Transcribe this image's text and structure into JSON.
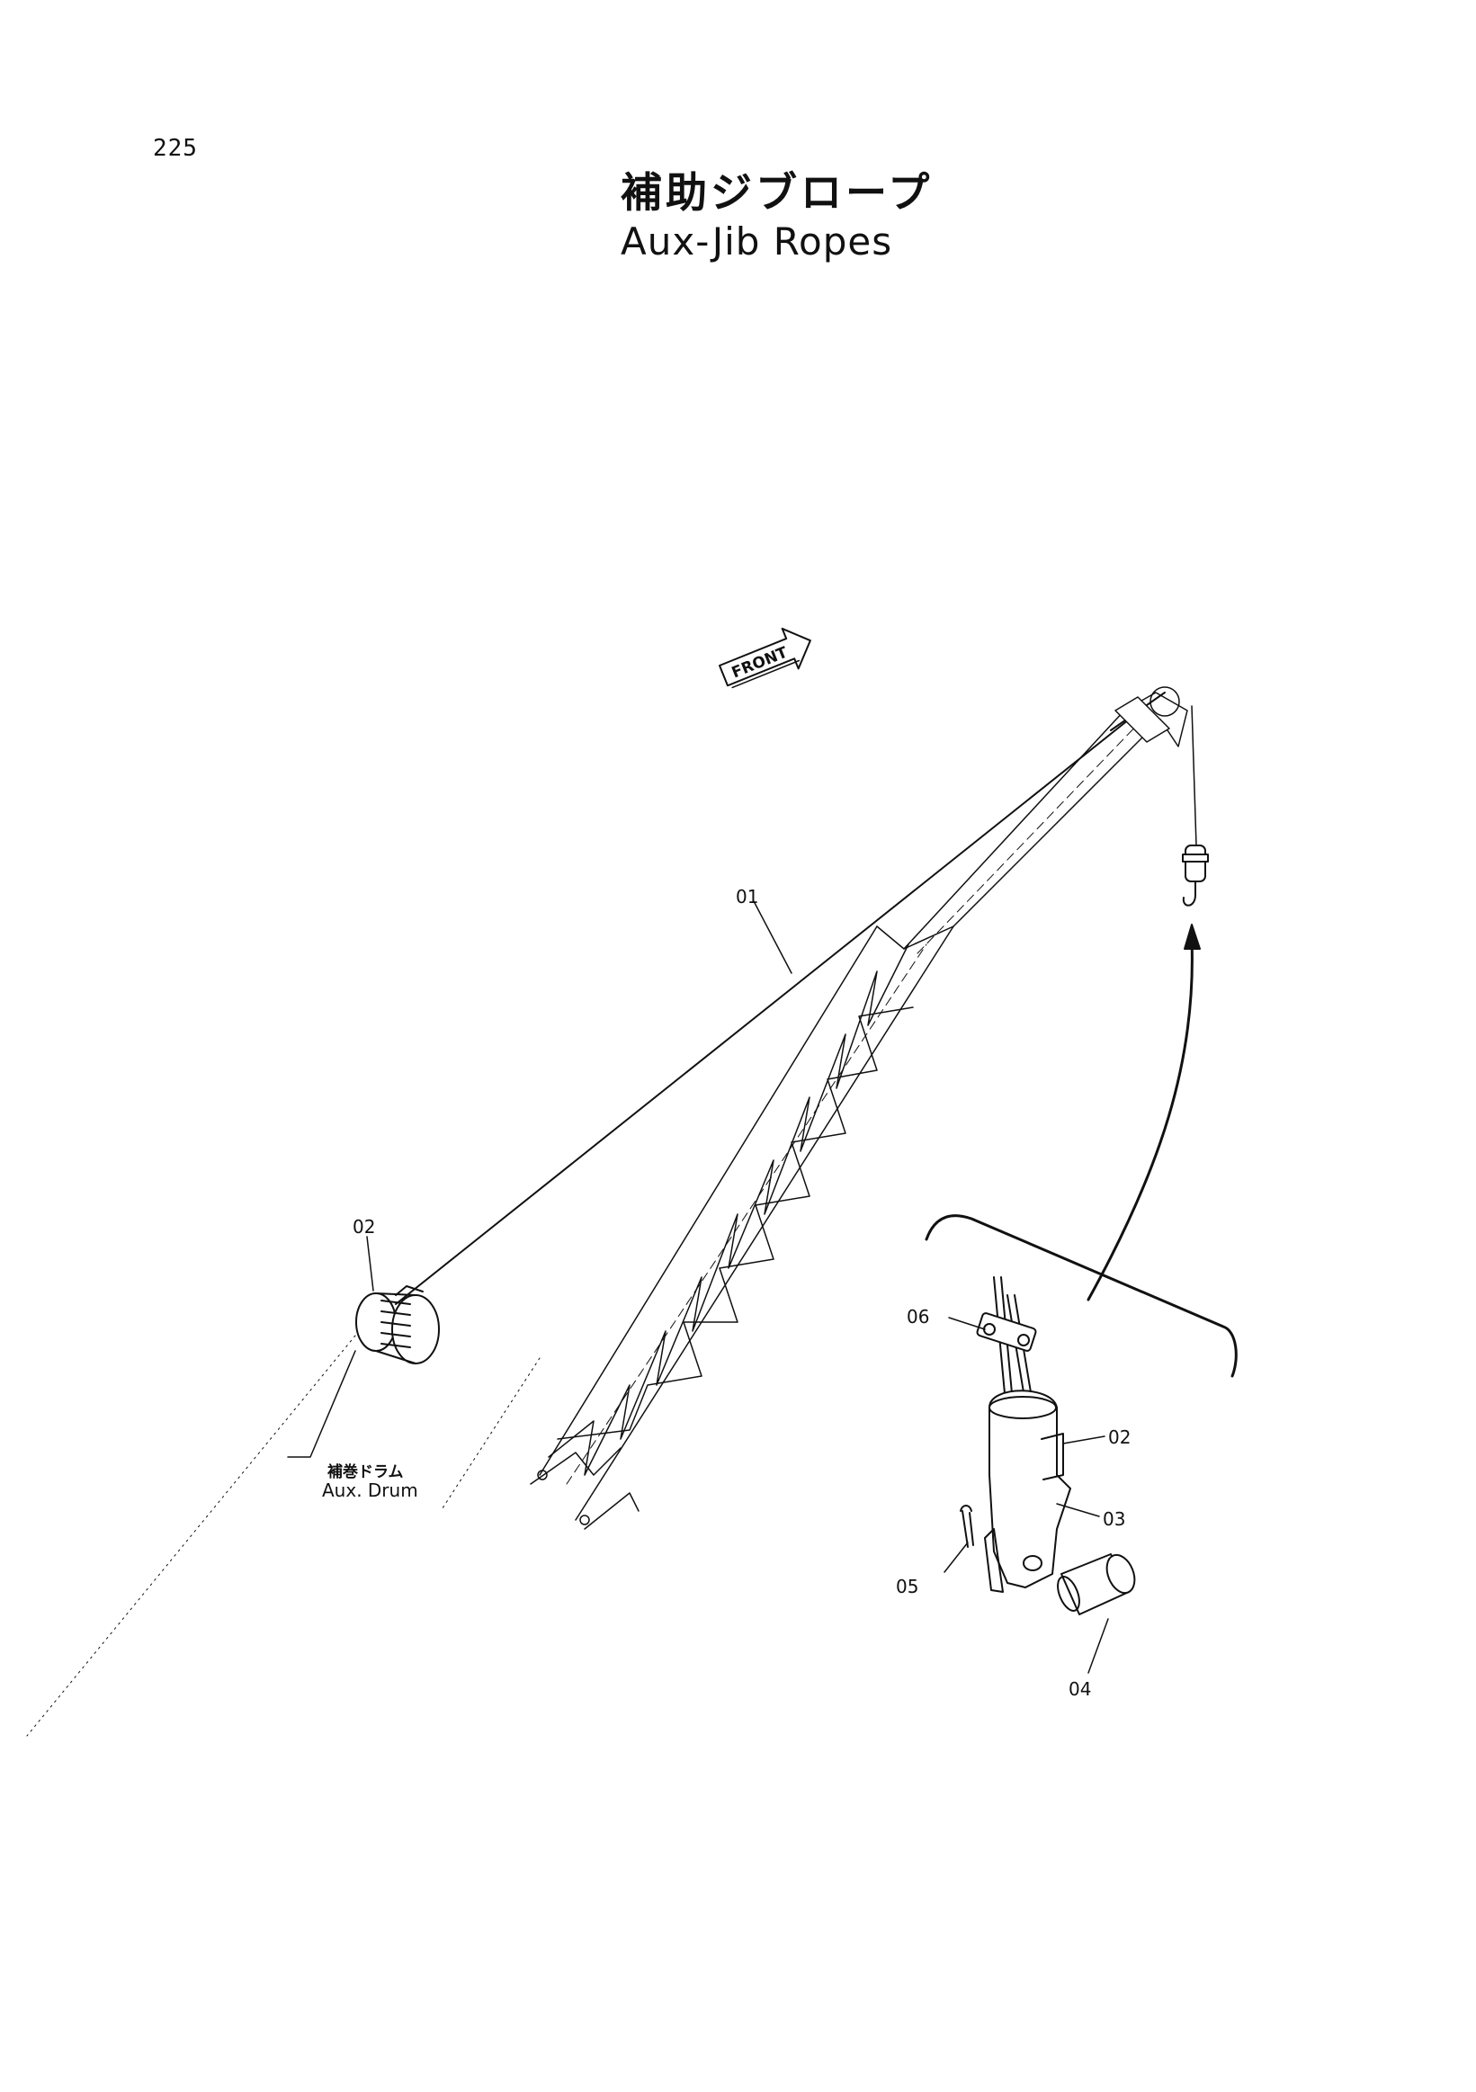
{
  "page": {
    "number": "225"
  },
  "title": {
    "japanese": "補助ジブロープ",
    "english": "Aux-Jib Ropes"
  },
  "front_marker": "FRONT",
  "drum_label": {
    "japanese": "補巻ドラム",
    "english": "Aux. Drum"
  },
  "callouts": {
    "c01": "01",
    "c02_drum": "02",
    "c06": "06",
    "c02_detail": "02",
    "c03": "03",
    "c05": "05",
    "c04": "04"
  }
}
